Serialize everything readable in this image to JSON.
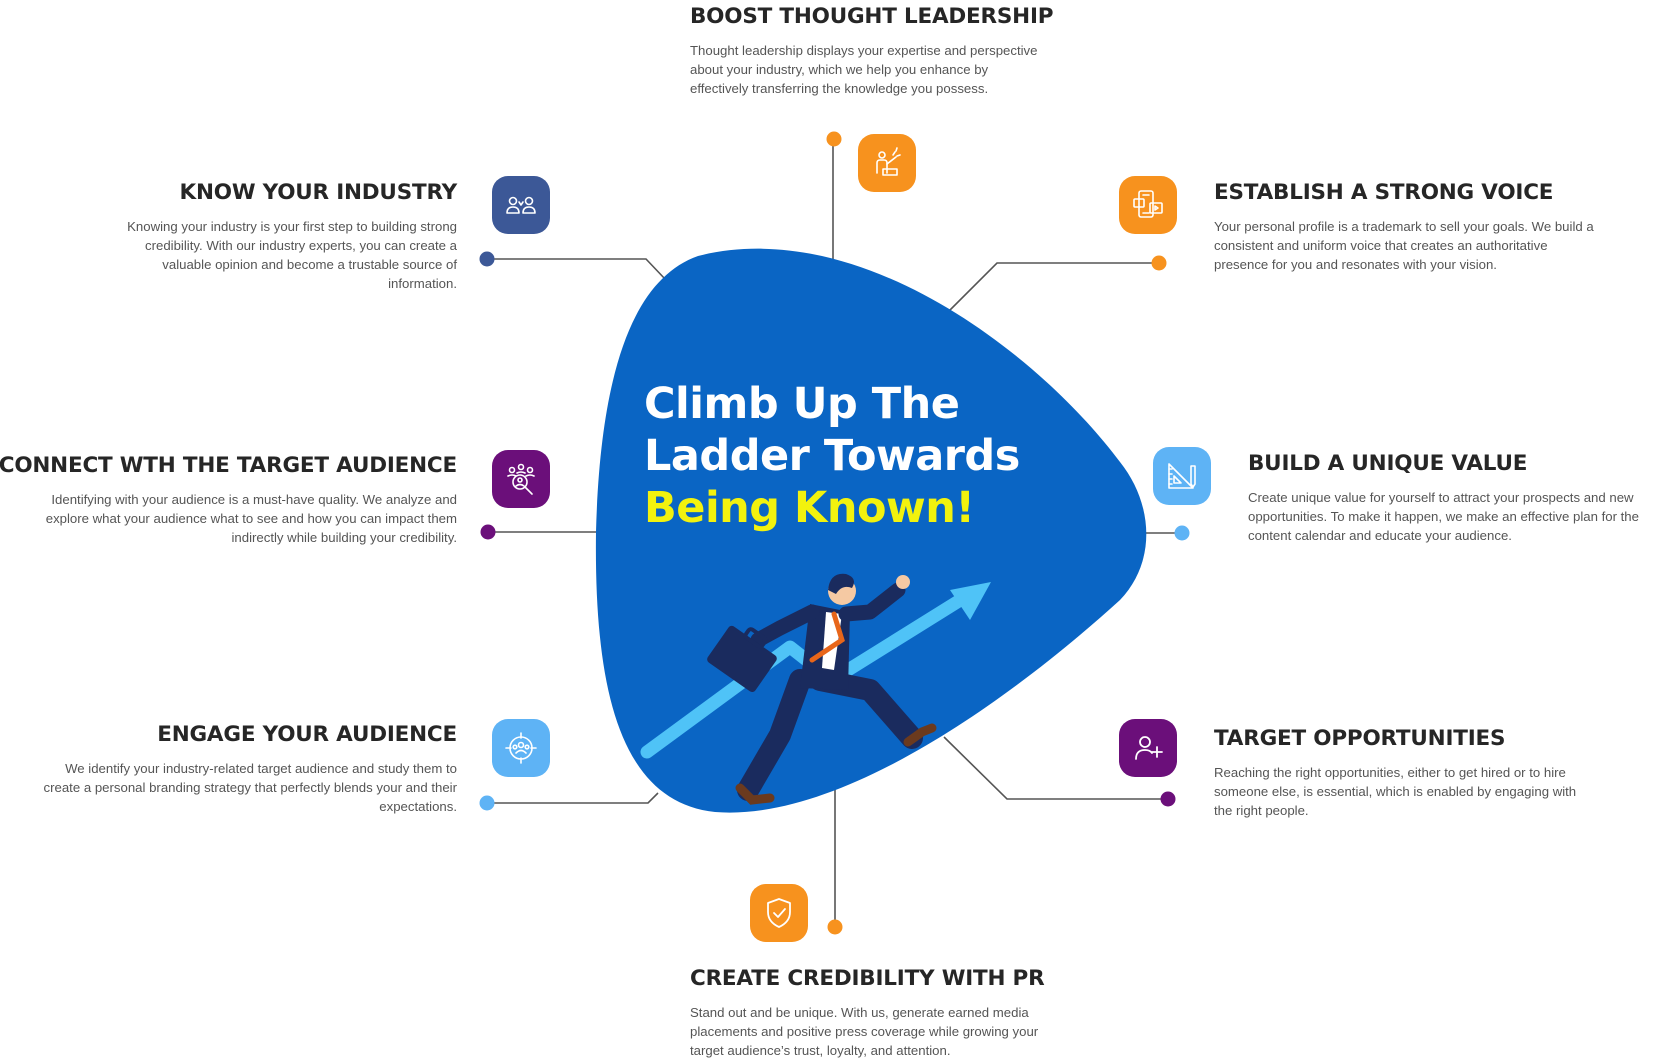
{
  "headline": {
    "line1": "Climb Up The",
    "line2": "Ladder Towards",
    "line3": "Being Known!"
  },
  "colors": {
    "blob": "#0a65c4",
    "arrow": "#4fc3f7",
    "navy": "#3c5897",
    "orange": "#f7921e",
    "purple": "#6b0f7a",
    "light_blue": "#5eb3f5",
    "headline_accent": "#f2f20e",
    "connector": "#555555"
  },
  "sections": {
    "boost": {
      "title": "BOOST THOUGHT LEADERSHIP",
      "text": "Thought leadership displays your expertise and perspective about your industry, which we help you enhance by effectively transferring the knowledge you possess.",
      "icon": "presenter-icon"
    },
    "know": {
      "title": "KNOW YOUR INDUSTRY",
      "text": "Knowing your industry is your first step to building strong credibility. With our industry experts, you can create a valuable opinion and become a trustable source of information.",
      "icon": "people-compare-icon"
    },
    "voice": {
      "title": "ESTABLISH A STRONG VOICE",
      "text": "Your personal profile is a trademark to sell your goals. We build a consistent and uniform voice that creates an authoritative presence for you and resonates with your vision.",
      "icon": "devices-icon"
    },
    "connect": {
      "title": "CONNECT WTH THE TARGET AUDIENCE",
      "text": "Identifying with your audience is a must-have quality. We analyze and explore what your audience what to see and how you can impact them indirectly while building your credibility.",
      "icon": "audience-search-icon"
    },
    "unique": {
      "title": "BUILD A UNIQUE VALUE",
      "text": "Create unique value for yourself to attract your prospects and new opportunities. To make it happen, we make an effective plan for the content calendar and educate your audience.",
      "icon": "design-tools-icon"
    },
    "engage": {
      "title": "ENGAGE YOUR AUDIENCE",
      "text": "We identify your industry-related target audience and study them to create a personal branding strategy that perfectly blends your and their expectations.",
      "icon": "target-audience-icon"
    },
    "target": {
      "title": "TARGET OPPORTUNITIES",
      "text": "Reaching the right opportunities, either to get hired or to hire someone else, is essential, which is enabled by engaging with the right people.",
      "icon": "add-user-icon"
    },
    "credibility": {
      "title": "CREATE CREDIBILITY WITH PR",
      "text": "Stand out and be unique. With us, generate earned media placements and positive press coverage while growing your target audience’s trust, loyalty, and attention.",
      "icon": "shield-check-icon"
    }
  }
}
